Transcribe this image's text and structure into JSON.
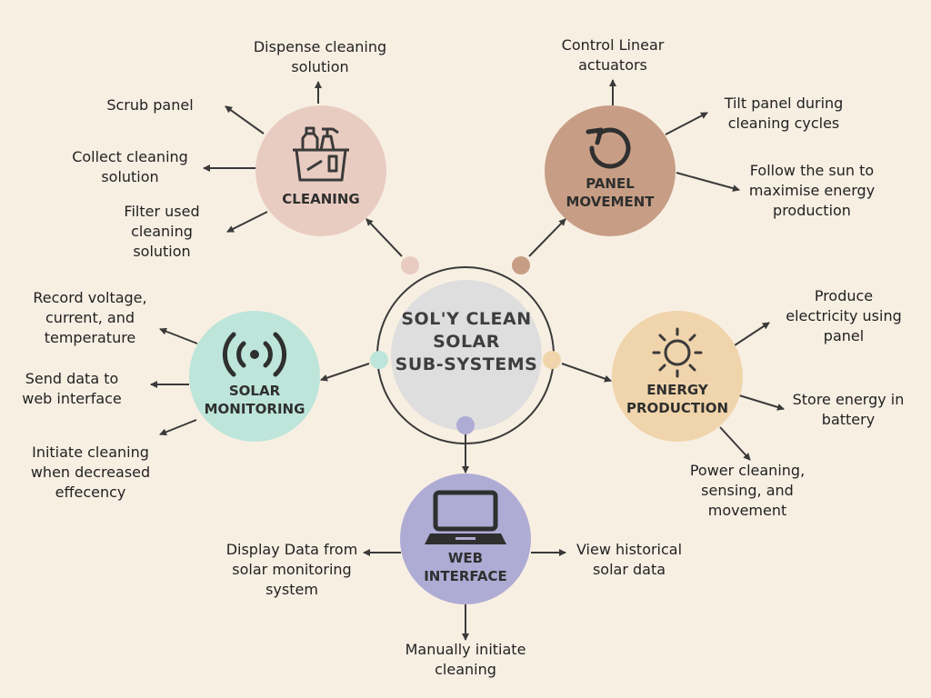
{
  "center": {
    "title": "SOL'Y CLEAN\nSOLAR\nSUB-SYSTEMS"
  },
  "colors": {
    "background": "#f8efe3",
    "cleaning": "#e9ccc1",
    "panel_movement": "#c79e85",
    "energy_production": "#f0d4ab",
    "web_interface": "#aeabd4",
    "solar_monitoring": "#bde5da",
    "hub": "#dedede",
    "lines": "#3a3a3a"
  },
  "cleaning": {
    "title": "CLEANING",
    "icon": "cleaning-supplies-icon",
    "items": [
      "Dispense cleaning\nsolution",
      "Scrub panel",
      "Collect cleaning\nsolution",
      "Filter used\ncleaning\nsolution"
    ]
  },
  "panel_movement": {
    "title": "PANEL\nMOVEMENT",
    "icon": "rotate-icon",
    "items": [
      "Control Linear\nactuators",
      "Tilt panel during\ncleaning cycles",
      "Follow the sun to\nmaximise energy\nproduction"
    ]
  },
  "energy_production": {
    "title": "ENERGY\nPRODUCTION",
    "icon": "sun-icon",
    "items": [
      "Produce\nelectricity using\npanel",
      "Store energy in\nbattery",
      "Power cleaning,\nsensing, and\nmovement"
    ]
  },
  "web_interface": {
    "title": "WEB\nINTERFACE",
    "icon": "laptop-icon",
    "items": [
      "Display Data from\nsolar monitoring\nsystem",
      "View historical\nsolar data",
      "Manually initiate\ncleaning"
    ]
  },
  "solar_monitoring": {
    "title": "SOLAR\nMONITORING",
    "icon": "broadcast-icon",
    "items": [
      "Record voltage,\ncurrent, and\ntemperature",
      "Send data to\nweb interface",
      "Initiate cleaning\nwhen decreased\neffecency"
    ]
  }
}
